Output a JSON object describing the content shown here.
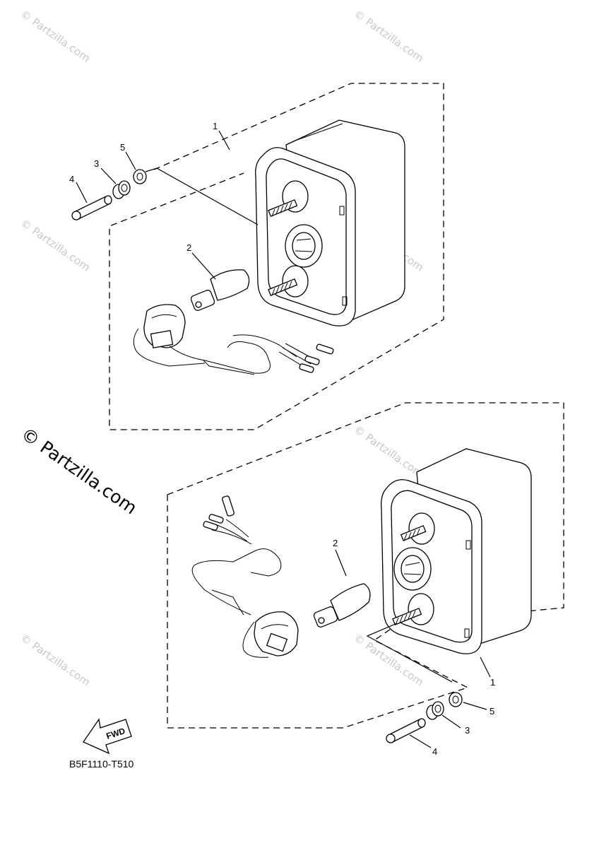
{
  "diagram": {
    "callouts": {
      "top": {
        "c1": "1",
        "c2": "2",
        "c3": "3",
        "c4": "4",
        "c5": "5"
      },
      "bottom": {
        "c1": "1",
        "c2": "2",
        "c3": "3",
        "c4": "4",
        "c5": "5"
      }
    },
    "fwd_label": "FWD",
    "part_code": "B5F1110-T510",
    "watermark_main": "© Partzilla.com",
    "watermark_faint": "© Partzilla.com"
  }
}
